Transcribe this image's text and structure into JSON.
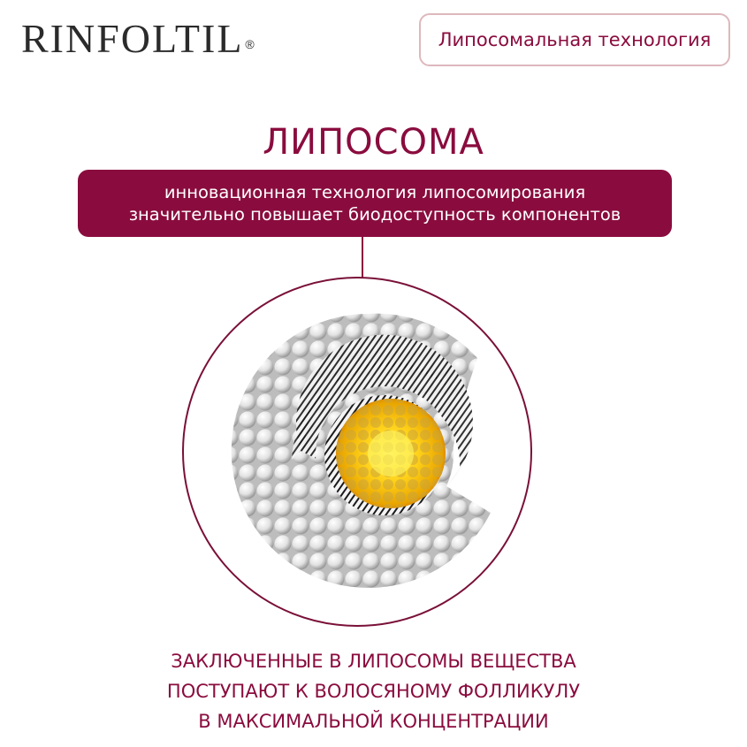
{
  "brand": {
    "logo_text": "RINFOLTIL",
    "registered_mark": "®"
  },
  "badge": {
    "label": "Липосомальная технология"
  },
  "heading": {
    "title": "ЛИПОСОМА"
  },
  "banner": {
    "lines": [
      "инновационная технология липосомирования",
      "значительно повышает биодоступность компонентов"
    ]
  },
  "illustration": {
    "icon": "liposome-illustration",
    "colors": {
      "shell": "#e6e6e6",
      "tails": "#1a1a1a",
      "core": "#ffd21a",
      "core_edge": "#f08a00",
      "ring": "#7a1038"
    }
  },
  "caption": {
    "lines": [
      "ЗАКЛЮЧЕННЫЕ В ЛИПОСОМЫ ВЕЩЕСТВА",
      "ПОСТУПАЮТ К ВОЛОСЯНОМУ ФОЛЛИКУЛУ",
      "В МАКСИМАЛЬНОЙ КОНЦЕНТРАЦИИ"
    ]
  },
  "theme": {
    "accent": "#8a0c3e",
    "pill_border": "#ddb8bd",
    "logo_color": "#2b2b2b"
  }
}
